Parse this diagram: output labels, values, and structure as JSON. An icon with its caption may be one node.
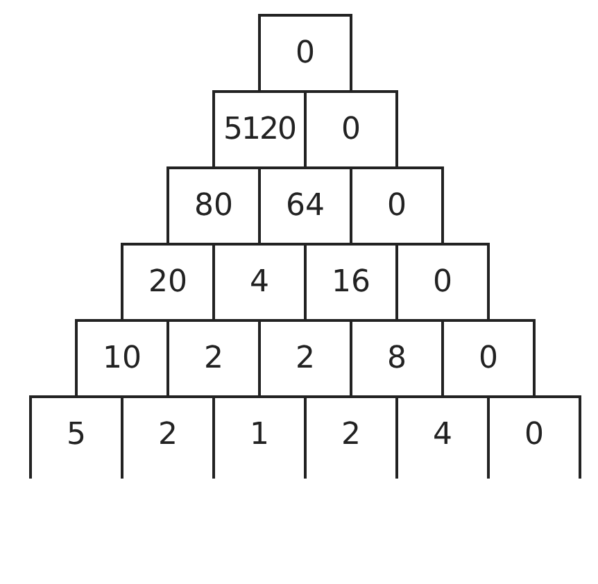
{
  "diagram": {
    "nodes": [
      {
        "text": [
          "0"
        ]
      },
      {
        "text": [
          "5120"
        ]
      },
      {
        "text": [
          "0"
        ]
      },
      {
        "text": [
          "80"
        ]
      },
      {
        "text": [
          "64"
        ]
      },
      {
        "text": [
          "0"
        ]
      },
      {
        "text": [
          "20"
        ]
      },
      {
        "text": [
          "4"
        ]
      },
      {
        "text": [
          "16"
        ]
      },
      {
        "text": [
          "0"
        ]
      },
      {
        "text": [
          "10"
        ]
      },
      {
        "text": [
          "2"
        ]
      },
      {
        "text": [
          "2"
        ]
      },
      {
        "text": [
          "8"
        ]
      },
      {
        "text": [
          "0"
        ]
      },
      {
        "text": [
          "5"
        ]
      },
      {
        "text": [
          "2"
        ]
      },
      {
        "text": [
          "1"
        ]
      },
      {
        "text": [
          "2"
        ]
      },
      {
        "text": [
          "4"
        ]
      },
      {
        "text": [
          "0"
        ]
      }
    ]
  }
}
